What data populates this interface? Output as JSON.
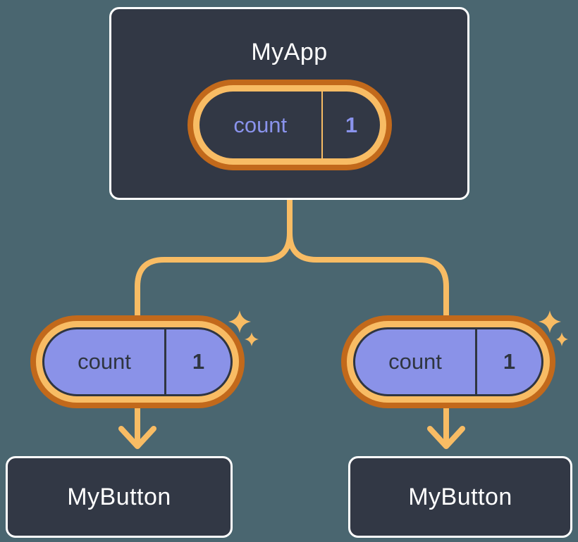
{
  "diagram": {
    "type": "component-tree",
    "root": {
      "title": "MyApp",
      "state": {
        "label": "count",
        "value": "1"
      }
    },
    "children": [
      {
        "title": "MyButton",
        "prop": {
          "label": "count",
          "value": "1"
        }
      },
      {
        "title": "MyButton",
        "prop": {
          "label": "count",
          "value": "1"
        }
      }
    ],
    "colors": {
      "background": "#4A6670",
      "box_fill": "#323845",
      "box_border": "#FFFFFF",
      "pill_fill_purple": "#8A92E8",
      "ring_light_orange": "#F8BC64",
      "ring_dark_orange": "#C2691B",
      "text_dark": "#2F3540",
      "text_purple": "#8A93EC",
      "text_white": "#FFFFFF"
    }
  }
}
